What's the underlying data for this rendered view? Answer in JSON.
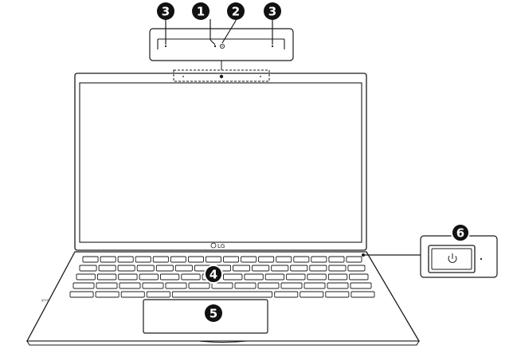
{
  "brand_logo": "LG",
  "keyboard_badge": "gram",
  "callouts": [
    {
      "number": "1",
      "part": "camera"
    },
    {
      "number": "2",
      "part": "camera-status-indicator"
    },
    {
      "number": "3",
      "part": "microphone"
    },
    {
      "number": "4",
      "part": "keyboard"
    },
    {
      "number": "5",
      "part": "touchpad"
    },
    {
      "number": "6",
      "part": "power-button"
    }
  ],
  "icons": {
    "camera": "lens-icon",
    "camera_status": "power-ring-icon",
    "power_button": "power-icon"
  },
  "colors": {
    "line": "#1a1a1a",
    "badge": "#111111",
    "fill": "#ffffff"
  }
}
